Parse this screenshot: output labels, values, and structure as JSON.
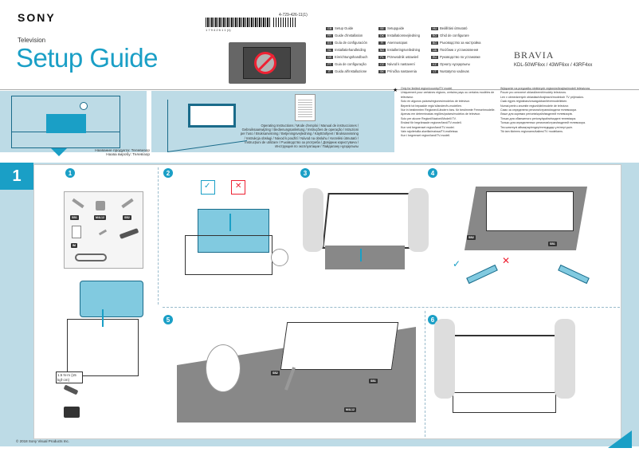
{
  "header": {
    "brand": "SONY",
    "category": "Television",
    "title": "Setup Guide",
    "part_number": "4-729-426-11(1)",
    "barcode_caption": "1  7  9  4  2  6  1  1      (1)",
    "product_brand": "BRAVIA",
    "models": "KDL-50WF6xx / 43WF6xx / 43RF4xx"
  },
  "languages": [
    [
      {
        "code": "GB",
        "label": "Setup Guide"
      },
      {
        "code": "SE",
        "label": "Setupguide"
      },
      {
        "code": "HU",
        "label": "Beállítási útmutató"
      }
    ],
    [
      {
        "code": "FR",
        "label": "Guide d'installation"
      },
      {
        "code": "DK",
        "label": "Installationsvejledning"
      },
      {
        "code": "RO",
        "label": "Ghid de configurare"
      }
    ],
    [
      {
        "code": "ES",
        "label": "Guía de configuración"
      },
      {
        "code": "FI",
        "label": "Asennusopas"
      },
      {
        "code": "BG",
        "label": "Ръководство за настройка"
      }
    ],
    [
      {
        "code": "NL",
        "label": "Installatiehandleiding"
      },
      {
        "code": "NO",
        "label": "Installeringsveiledning"
      },
      {
        "code": "UA",
        "label": "Посібник з установлення"
      }
    ],
    [
      {
        "code": "DE",
        "label": "Einrichtungshandbuch"
      },
      {
        "code": "PL",
        "label": "Przewodnik ustawień"
      },
      {
        "code": "RU",
        "label": "Руководство по установке"
      }
    ],
    [
      {
        "code": "PT",
        "label": "Guia de configuração"
      },
      {
        "code": "CZ",
        "label": "Návod k nastavení"
      },
      {
        "code": "KZ",
        "label": "Орнату нұсқаулығы"
      }
    ],
    [
      {
        "code": "IT",
        "label": "Guida all'installazione"
      },
      {
        "code": "SK",
        "label": "Príručka nastavenia"
      },
      {
        "code": "LT",
        "label": "Nustatymo vadovas"
      }
    ]
  ],
  "russian_caption": "Название продукта: Телевизор\nНазва виробу: Телевізор",
  "op_instructions": "Operating Instructions / Mode d'emploi / Manual de instrucciones / Gebruiksaanwijzing / Bedienungsanleitung / Instruções de operação / Istruzioni per l'uso / Bruksanvisning / Betjeningsvejledning / Käyttöohjeet / Bruksanvisning / Instrukcja obsługi / Návod k použití / Návod na obsluhu / Kezelési útmutató / Instrucțiuni de utilizare / Ръководство за употреба / Довідник користувача / Инструкция по эксплуатации / Пайдалану нұсқаулығы",
  "notes_left": [
    "Only for limited region/country/TV model.",
    "Uniquement pour certaines régions, certains pays ou certains modèles de téléviseur.",
    "Solo en algunos países/regiones/modelos de televisor.",
    "Beperkt tot bepaalde regio's/landen/tv-modellen.",
    "Nur in bestimmten Regionen/Ländern bzw. für bestimmte Fernsehmodelle.",
    "Apenas em determinadas regiões/países/modelos de televisor.",
    "Solo per alcune Regioni/Nazioni/Modelli TV.",
    "Endast för begränsade regioner/land/TV-modell.",
    "Kun ved begrænset region/land/TV-model.",
    "Vain rajoitetuilla alueilla/maissa/TV-malleissa.",
    "Kun i begrenset region/land/TV-modell."
  ],
  "notes_right": [
    "Wyłącznie na przypadku niektórych regionów/krajów/modeli telewizora.",
    "Pouze pro omezené oblasti/země/modely televizoru.",
    "Len v obmedzených oblastiach/krajinách/modeloch TV prijímačov.",
    "Csak egyes régiókban/országokban/tévémodelleken.",
    "Numai pentru anumite regiuni/țări/modele de televizor.",
    "Само за определени региони/страни/модели телевизори.",
    "Лише для окремих регіонів/країн/моделей телевізорів.",
    "Тільки для обмеженого регіону/країни/моделі телевізора.",
    "Только для определенных регионов/стран/моделей телевизора.",
    "Тек шектеулі аймақтар/елдер/теледидар үлгілері үшін.",
    "Tik tam tikriems regionams/šalims/TV modeliams."
  ],
  "step": {
    "number": "1",
    "sub_steps": [
      "1",
      "2",
      "3",
      "4",
      "5",
      "6"
    ]
  },
  "parts": {
    "sb1": "SB1",
    "m4l12": "M4L12",
    "sb2": "SB2",
    "im": "IM"
  },
  "torque": "1.5 N·m {15 kgf·cm}",
  "footer": {
    "copyright": "© 2018 Sony Visual Products Inc."
  }
}
